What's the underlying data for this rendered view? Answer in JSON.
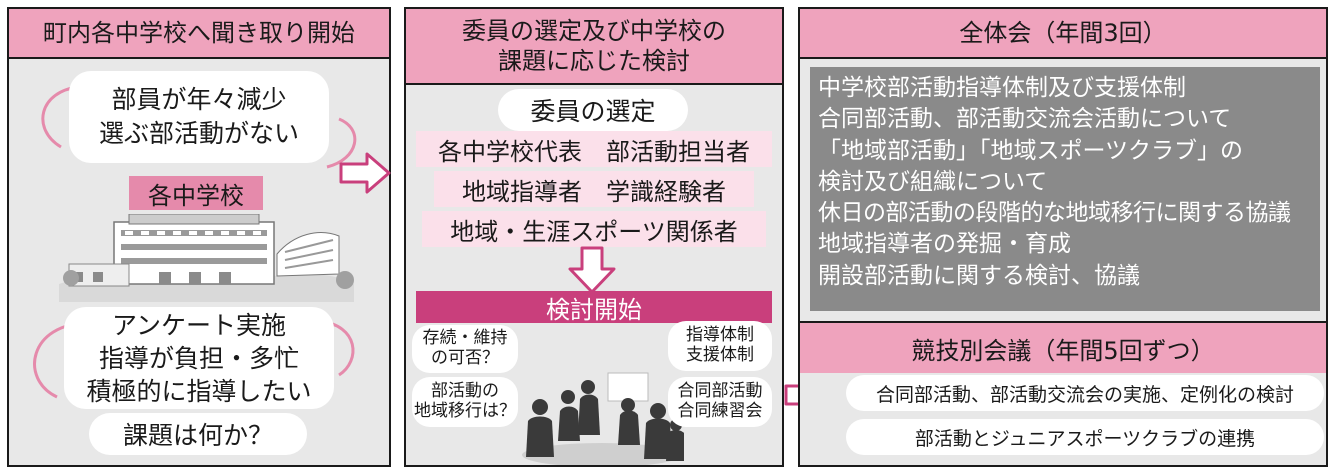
{
  "left": {
    "title": "町内各中学校へ聞き取り開始",
    "bubble1": [
      "部員が年々減少",
      "選ぶ部活動がない"
    ],
    "school_label": "各中学校",
    "bubble2": [
      "アンケート実施",
      "指導が負担・多忙",
      "積極的に指導したい"
    ],
    "question": "課題は何か？"
  },
  "middle": {
    "title": [
      "委員の選定及び中学校の",
      "課題に応じた検討"
    ],
    "selection_label": "委員の選定",
    "members": [
      "各中学校代表　部活動担当者",
      "地域指導者　学識経験者",
      "地域・生涯スポーツ関係者"
    ],
    "start_label": "検討開始",
    "topics": [
      "存続・維持\nの可否？",
      "指導体制\n支援体制",
      "部活動の\n地域移行は？",
      "合同部活動\n合同練習会"
    ]
  },
  "right": {
    "plenary_title": "全体会（年間3回）",
    "plenary_items": [
      "中学校部活動指導体制及び支援体制",
      "合同部活動、部活動交流会活動について",
      "「地域部活動」「地域スポーツクラブ」の",
      "検討及び組織について",
      "休日の部活動の段階的な地域移行に関する協議",
      "地域指導者の発掘・育成",
      "開設部活動に関する検討、協議"
    ],
    "sport_title": "競技別会議（年間5回ずつ）",
    "sport_items": [
      "合同部活動、部活動交流会の実施、定例化の検討",
      "部活動とジュニアスポーツクラブの連携"
    ]
  },
  "colors": {
    "header_pink": "#efa3bd",
    "magenta": "#c93f7c",
    "panel_grey": "#e8e8e8",
    "box_grey": "#8a8a8a"
  }
}
